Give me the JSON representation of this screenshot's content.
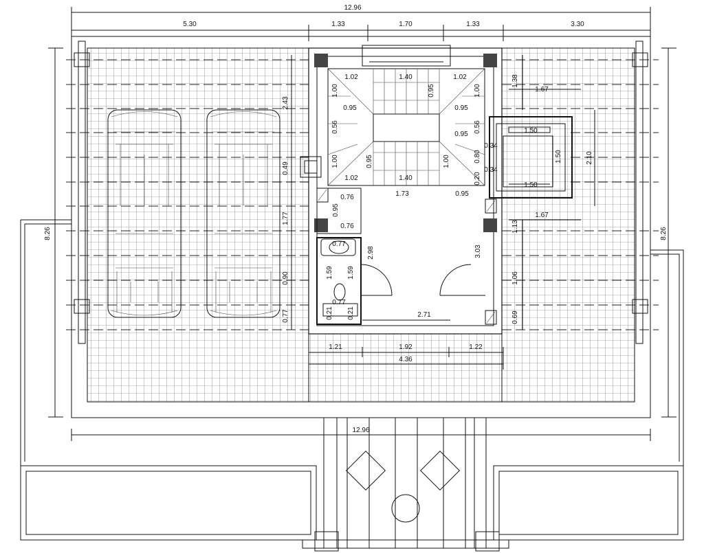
{
  "dimensions": {
    "overall_top": "12.96",
    "overall_bottom": "12.96",
    "top_segments": [
      "5.30",
      "1.33",
      "1.70",
      "1.33",
      "3.30"
    ],
    "left_height": "8.26",
    "right_height": "8.26",
    "left_inner": [
      "2.43",
      "0.49",
      "1.77",
      "0.90",
      "0.77"
    ],
    "right_inner": [
      "1.38",
      "1.67",
      "2.10",
      "1.67",
      "1.13",
      "1.06",
      "0.69"
    ],
    "bottom_segments": [
      "1.21",
      "1.92",
      "1.22"
    ],
    "bottom_total": "4.36"
  },
  "stair": {
    "labels": [
      "1.02",
      "1.40",
      "0.95",
      "1.02",
      "1.00",
      "0.95",
      "1.00",
      "0.95",
      "0.56",
      "0.95",
      "0.56",
      "1.00",
      "0.95",
      "1.00",
      "0.80",
      "1.02",
      "1.40",
      "0.20",
      "1.73",
      "0.95"
    ]
  },
  "elevator": {
    "labels": [
      "1.50",
      "0.34",
      "0.34",
      "1.50",
      "1.50"
    ]
  },
  "shaft": {
    "labels": [
      "0.76",
      "0.95",
      "0.76"
    ]
  },
  "wc": {
    "labels": [
      "0.77",
      "1.59",
      "1.59",
      "0.77",
      "0.21",
      "0.21",
      "2.98"
    ]
  },
  "hall": {
    "labels": [
      "3.03",
      "2.71"
    ]
  }
}
